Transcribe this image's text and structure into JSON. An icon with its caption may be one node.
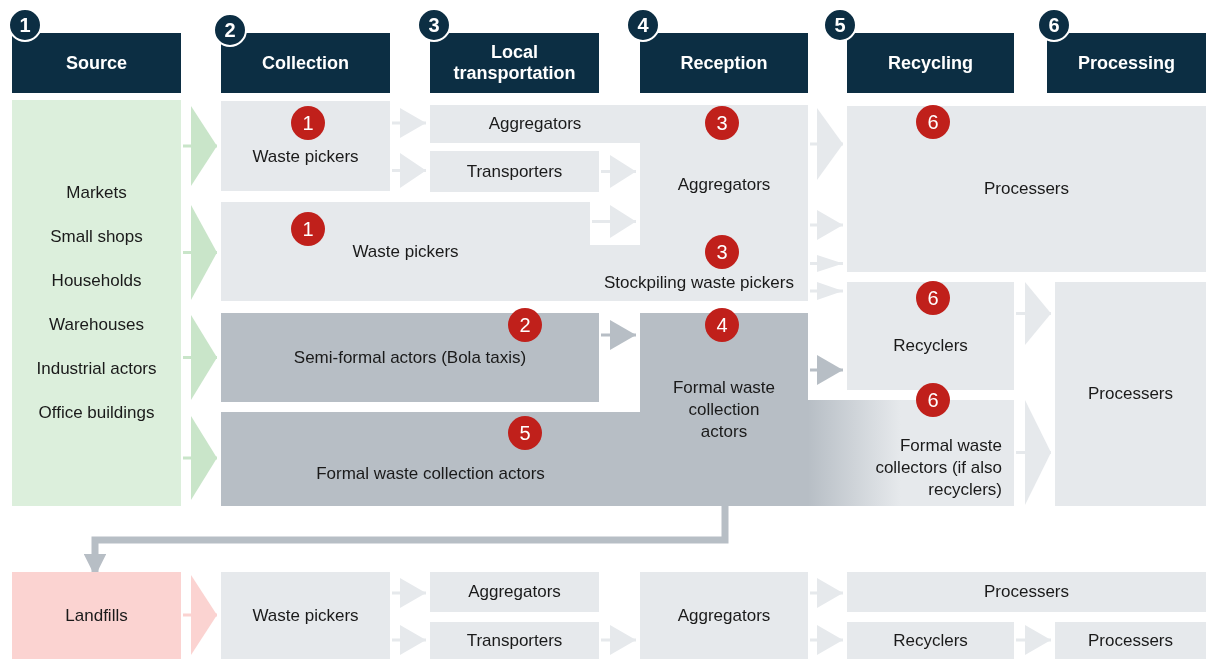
{
  "diagram": {
    "nodes": [
      {
        "text": [
          "1",
          "Source"
        ]
      },
      {
        "text": [
          "2",
          "Collection"
        ]
      },
      {
        "text": [
          "3",
          "Local transportation"
        ]
      },
      {
        "text": [
          "4",
          "Reception"
        ]
      },
      {
        "text": [
          "5",
          "Recycling"
        ]
      },
      {
        "text": [
          "6",
          "Processing"
        ]
      },
      {
        "text": [
          "Markets",
          "Small shops",
          "Households",
          "Warehouses",
          "Industrial actors",
          "Office buildings"
        ]
      },
      {
        "text": [
          "1",
          "Waste pickers"
        ]
      },
      {
        "text": [
          "Aggregators"
        ]
      },
      {
        "text": [
          "Transporters"
        ]
      },
      {
        "text": [
          "3",
          "Aggregators"
        ]
      },
      {
        "text": [
          "1",
          "Waste pickers"
        ]
      },
      {
        "text": [
          "3",
          "Stockpiling waste pickers"
        ]
      },
      {
        "text": [
          "2",
          "Semi-formal actors (Bola taxis)"
        ]
      },
      {
        "text": [
          "5",
          "Formal waste collection actors"
        ]
      },
      {
        "text": [
          "4",
          "Formal waste collection actors"
        ]
      },
      {
        "text": [
          "6",
          "Processers"
        ]
      },
      {
        "text": [
          "6",
          "Recyclers"
        ]
      },
      {
        "text": [
          "6",
          "Formal waste collectors (if also recyclers)"
        ]
      },
      {
        "text": [
          "Processers"
        ]
      },
      {
        "text": [
          "Landfills"
        ]
      },
      {
        "text": [
          "Waste pickers"
        ]
      },
      {
        "text": [
          "Aggregators"
        ]
      },
      {
        "text": [
          "Transporters"
        ]
      },
      {
        "text": [
          "Aggregators"
        ]
      },
      {
        "text": [
          "Processers"
        ]
      },
      {
        "text": [
          "Recyclers"
        ]
      },
      {
        "text": [
          "Processers"
        ]
      }
    ],
    "edges": [
      {
        "from": 6,
        "to": 7,
        "arrow": "to",
        "color": "#c9e5c9"
      },
      {
        "from": 6,
        "to": 11,
        "arrow": "to",
        "color": "#c9e5c9"
      },
      {
        "from": 6,
        "to": 13,
        "arrow": "to",
        "color": "#c9e5c9"
      },
      {
        "from": 6,
        "to": 14,
        "arrow": "to",
        "color": "#c9e5c9"
      },
      {
        "from": 7,
        "to": 8,
        "arrow": "to"
      },
      {
        "from": 7,
        "to": 9,
        "arrow": "to"
      },
      {
        "from": 10,
        "to": 16,
        "arrow": "to"
      },
      {
        "from": 9,
        "to": 10,
        "arrow": "to"
      },
      {
        "from": 11,
        "to": 10,
        "arrow": "to"
      },
      {
        "from": 10,
        "to": 16,
        "arrow": "to"
      },
      {
        "from": 12,
        "to": 16,
        "arrow": "to"
      },
      {
        "from": 12,
        "to": 17,
        "arrow": "to"
      },
      {
        "from": 13,
        "to": 15,
        "arrow": "to",
        "color": "#b7bec5"
      },
      {
        "from": 15,
        "to": 17,
        "arrow": "to",
        "color": "#b7bec5"
      },
      {
        "from": 17,
        "to": 19,
        "arrow": "to"
      },
      {
        "from": 18,
        "to": 19,
        "arrow": "to"
      },
      {
        "from": 15,
        "to": 20,
        "arrow": "to",
        "style": "thick",
        "color": "#b7bec5"
      },
      {
        "from": 20,
        "to": 21,
        "arrow": "to",
        "color": "#fbd3d1"
      },
      {
        "from": 21,
        "to": 22,
        "arrow": "to"
      },
      {
        "from": 21,
        "to": 23,
        "arrow": "to"
      },
      {
        "from": 23,
        "to": 24,
        "arrow": "to"
      },
      {
        "from": 24,
        "to": 25,
        "arrow": "to"
      },
      {
        "from": 24,
        "to": 26,
        "arrow": "to"
      },
      {
        "from": 26,
        "to": 27,
        "arrow": "to"
      }
    ]
  }
}
